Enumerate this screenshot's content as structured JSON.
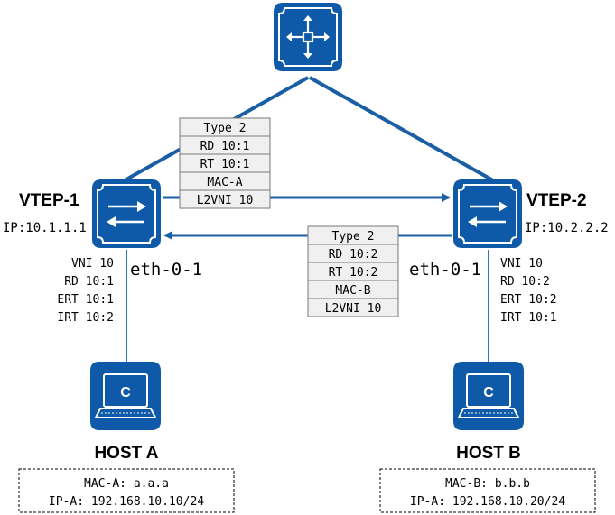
{
  "colors": {
    "device_blue": "#0f5aa8",
    "link_blue": "#1a5fa5",
    "host_link_blue": "#2e78c7",
    "table_fill": "#f0f0f0",
    "table_border": "#777777"
  },
  "icons": {
    "spine": "router-arrows-icon",
    "vtep": "switch-arrows-icon",
    "host": "laptop-icon"
  },
  "vtep1": {
    "name": "VTEP-1",
    "ip": "IP:10.1.1.1",
    "port": "eth-0-1",
    "config": [
      "VNI 10",
      "RD 10:1",
      "ERT 10:1",
      "IRT 10:2"
    ]
  },
  "vtep2": {
    "name": "VTEP-2",
    "ip": "IP:10.2.2.2",
    "port": "eth-0-1",
    "config": [
      "VNI 10",
      "RD 10:2",
      "ERT 10:2",
      "IRT 10:1"
    ]
  },
  "route1": [
    "Type 2",
    "RD 10:1",
    "RT 10:1",
    "MAC-A",
    "L2VNI 10"
  ],
  "route2": [
    "Type 2",
    "RD 10:2",
    "RT 10:2",
    "MAC-B",
    "L2VNI 10"
  ],
  "hostA": {
    "name": "HOST A",
    "glyph": "C",
    "mac": "MAC-A: a.a.a",
    "ip": "IP-A: 192.168.10.10/24"
  },
  "hostB": {
    "name": "HOST B",
    "glyph": "C",
    "mac": "MAC-B: b.b.b",
    "ip": "IP-A: 192.168.10.20/24"
  }
}
